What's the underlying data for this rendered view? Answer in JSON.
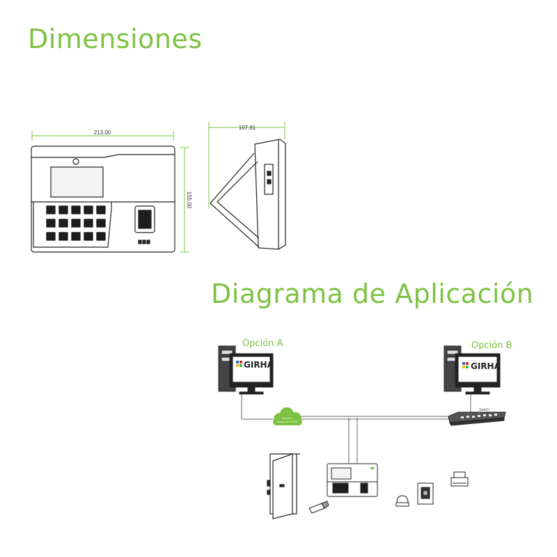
{
  "titles": {
    "dimensions": "Dimensiones",
    "diagram": "Diagrama de Aplicación"
  },
  "dimensions": {
    "width": "213.00",
    "height": "155.00",
    "depth": "107.81"
  },
  "diagram": {
    "option_a": "Opción A",
    "option_b": "Opción B",
    "brand": "GIRHA",
    "switch_label": "Switch",
    "cloud_label": "Servidor",
    "cloud_sublabel": "Basado en WEB"
  },
  "colors": {
    "accent": "#7dc242",
    "line": "#222222",
    "brand_blue": "#2a6ebb",
    "brand_red": "#e5342a",
    "brand_yellow": "#f6b81e",
    "brand_green": "#4cb748"
  }
}
